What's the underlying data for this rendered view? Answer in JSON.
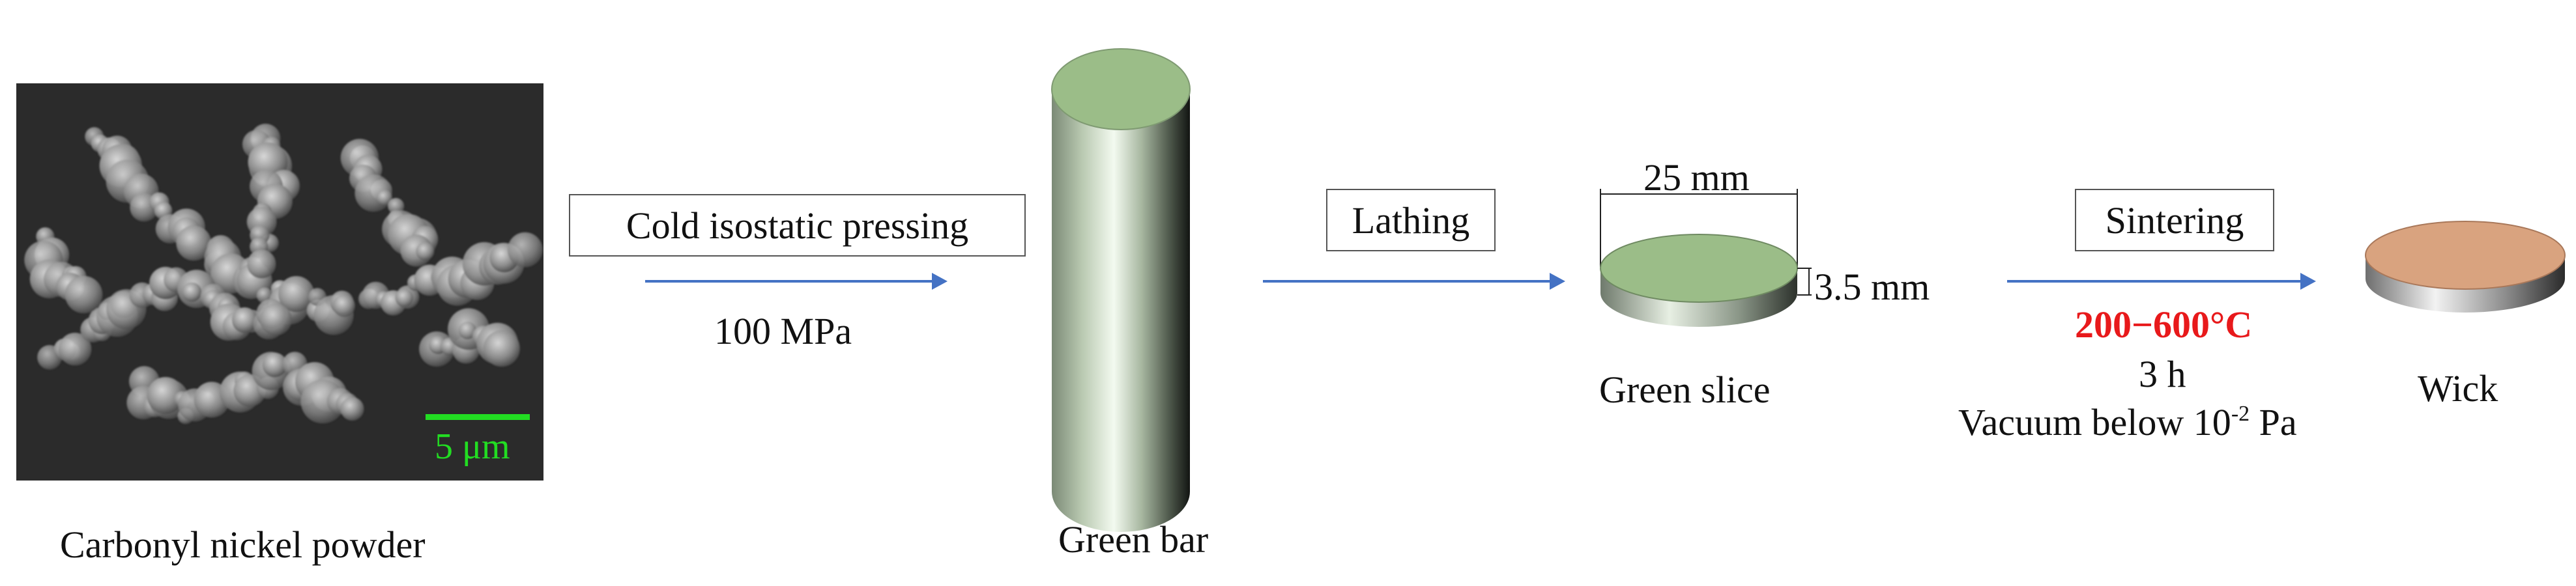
{
  "diagram": {
    "powder": {
      "caption": "Carbonyl nickel powder",
      "scale_label": "5 μm"
    },
    "step1": {
      "box_label": "Cold isostatic pressing",
      "param": "100 MPa"
    },
    "bar": {
      "caption": "Green bar"
    },
    "step2": {
      "box_label": "Lathing"
    },
    "slice": {
      "caption": "Green slice",
      "diameter": "25 mm",
      "thickness": "3.5 mm"
    },
    "step3": {
      "box_label": "Sintering",
      "temperature": "200−600°C",
      "time": "3 h",
      "vacuum_prefix": "Vacuum below 10",
      "vacuum_exponent": "-2",
      "vacuum_unit": " Pa"
    },
    "wick": {
      "caption": "Wick"
    },
    "colors": {
      "arrow": "#4472c4",
      "green_top": "#9bbd88",
      "wick_top": "#d9a37f",
      "highlight_temp": "#e8191b",
      "scale_bar": "#22dd22"
    }
  }
}
